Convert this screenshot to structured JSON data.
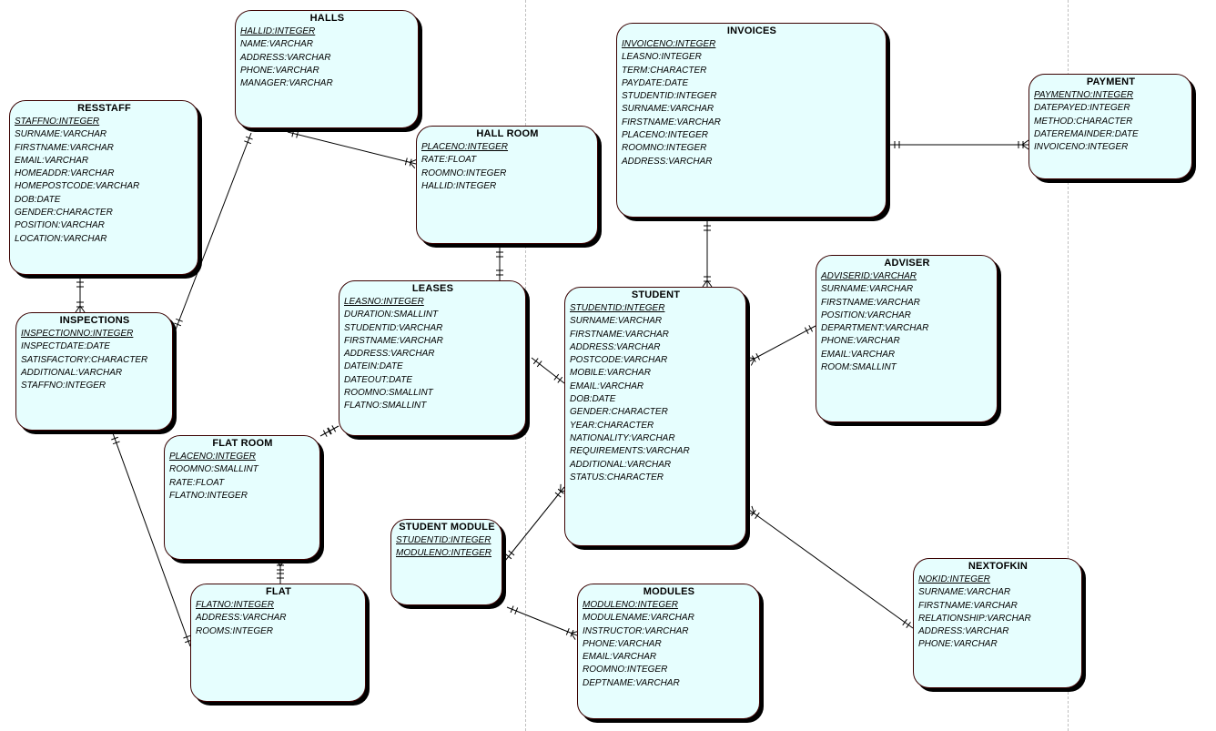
{
  "diagram": {
    "type": "entity-relationship",
    "entities": [
      {
        "id": "halls",
        "name": "HALLS",
        "attributes": [
          {
            "text": "HALLID:INTEGER",
            "pk": true
          },
          {
            "text": "NAME:VARCHAR",
            "pk": false
          },
          {
            "text": "ADDRESS:VARCHAR",
            "pk": false
          },
          {
            "text": "PHONE:VARCHAR",
            "pk": false
          },
          {
            "text": "MANAGER:VARCHAR",
            "pk": false
          }
        ]
      },
      {
        "id": "resstaff",
        "name": "RESSTAFF",
        "attributes": [
          {
            "text": "STAFFNO:INTEGER",
            "pk": true
          },
          {
            "text": "SURNAME:VARCHAR",
            "pk": false
          },
          {
            "text": "FIRSTNAME:VARCHAR",
            "pk": false
          },
          {
            "text": "EMAIL:VARCHAR",
            "pk": false
          },
          {
            "text": "HOMEADDR:VARCHAR",
            "pk": false
          },
          {
            "text": "HOMEPOSTCODE:VARCHAR",
            "pk": false
          },
          {
            "text": "DOB:DATE",
            "pk": false
          },
          {
            "text": "GENDER:CHARACTER",
            "pk": false
          },
          {
            "text": "POSITION:VARCHAR",
            "pk": false
          },
          {
            "text": "LOCATION:VARCHAR",
            "pk": false
          }
        ]
      },
      {
        "id": "hallroom",
        "name": "HALL ROOM",
        "attributes": [
          {
            "text": "PLACENO:INTEGER",
            "pk": true
          },
          {
            "text": "RATE:FLOAT",
            "pk": false
          },
          {
            "text": "ROOMNO:INTEGER",
            "pk": false
          },
          {
            "text": "HALLID:INTEGER",
            "pk": false
          }
        ]
      },
      {
        "id": "invoices",
        "name": "INVOICES",
        "attributes": [
          {
            "text": "INVOICENO:INTEGER",
            "pk": true
          },
          {
            "text": "LEASNO:INTEGER",
            "pk": false
          },
          {
            "text": "TERM:CHARACTER",
            "pk": false
          },
          {
            "text": "PAYDATE:DATE",
            "pk": false
          },
          {
            "text": "STUDENTID:INTEGER",
            "pk": false
          },
          {
            "text": "SURNAME:VARCHAR",
            "pk": false
          },
          {
            "text": "FIRSTNAME:VARCHAR",
            "pk": false
          },
          {
            "text": "PLACENO:INTEGER",
            "pk": false
          },
          {
            "text": "ROOMNO:INTEGER",
            "pk": false
          },
          {
            "text": "ADDRESS:VARCHAR",
            "pk": false
          }
        ]
      },
      {
        "id": "payment",
        "name": "PAYMENT",
        "attributes": [
          {
            "text": "PAYMENTNO:INTEGER",
            "pk": true
          },
          {
            "text": "DATEPAYED:INTEGER",
            "pk": false
          },
          {
            "text": "METHOD:CHARACTER",
            "pk": false
          },
          {
            "text": "DATEREMAINDER:DATE",
            "pk": false
          },
          {
            "text": "INVOICENO:INTEGER",
            "pk": false
          }
        ]
      },
      {
        "id": "inspections",
        "name": "INSPECTIONS",
        "attributes": [
          {
            "text": "INSPECTIONNO:INTEGER",
            "pk": true
          },
          {
            "text": "INSPECTDATE:DATE",
            "pk": false
          },
          {
            "text": "SATISFACTORY:CHARACTER",
            "pk": false
          },
          {
            "text": "ADDITIONAL:VARCHAR",
            "pk": false
          },
          {
            "text": "STAFFNO:INTEGER",
            "pk": false
          }
        ]
      },
      {
        "id": "leases",
        "name": "LEASES",
        "attributes": [
          {
            "text": "LEASNO:INTEGER",
            "pk": true
          },
          {
            "text": "DURATION:SMALLINT",
            "pk": false
          },
          {
            "text": "STUDENTID:VARCHAR",
            "pk": false
          },
          {
            "text": "FIRSTNAME:VARCHAR",
            "pk": false
          },
          {
            "text": "ADDRESS:VARCHAR",
            "pk": false
          },
          {
            "text": "DATEIN:DATE",
            "pk": false
          },
          {
            "text": "DATEOUT:DATE",
            "pk": false
          },
          {
            "text": "ROOMNO:SMALLINT",
            "pk": false
          },
          {
            "text": "FLATNO:SMALLINT",
            "pk": false
          }
        ]
      },
      {
        "id": "student",
        "name": "STUDENT",
        "attributes": [
          {
            "text": "STUDENTID:INTEGER",
            "pk": true
          },
          {
            "text": "SURNAME:VARCHAR",
            "pk": false
          },
          {
            "text": "FIRSTNAME:VARCHAR",
            "pk": false
          },
          {
            "text": "ADDRESS:VARCHAR",
            "pk": false
          },
          {
            "text": "POSTCODE:VARCHAR",
            "pk": false
          },
          {
            "text": "MOBILE:VARCHAR",
            "pk": false
          },
          {
            "text": "EMAIL:VARCHAR",
            "pk": false
          },
          {
            "text": "DOB:DATE",
            "pk": false
          },
          {
            "text": "GENDER:CHARACTER",
            "pk": false
          },
          {
            "text": "YEAR:CHARACTER",
            "pk": false
          },
          {
            "text": "NATIONALITY:VARCHAR",
            "pk": false
          },
          {
            "text": "REQUIREMENTS:VARCHAR",
            "pk": false
          },
          {
            "text": "ADDITIONAL:VARCHAR",
            "pk": false
          },
          {
            "text": "STATUS:CHARACTER",
            "pk": false
          }
        ]
      },
      {
        "id": "adviser",
        "name": "ADVISER",
        "attributes": [
          {
            "text": "ADVISERID:VARCHAR",
            "pk": true
          },
          {
            "text": "SURNAME:VARCHAR",
            "pk": false
          },
          {
            "text": "FIRSTNAME:VARCHAR",
            "pk": false
          },
          {
            "text": "POSITION:VARCHAR",
            "pk": false
          },
          {
            "text": "DEPARTMENT:VARCHAR",
            "pk": false
          },
          {
            "text": "PHONE:VARCHAR",
            "pk": false
          },
          {
            "text": "EMAIL:VARCHAR",
            "pk": false
          },
          {
            "text": "ROOM:SMALLINT",
            "pk": false
          }
        ]
      },
      {
        "id": "flatroom",
        "name": "FLAT ROOM",
        "attributes": [
          {
            "text": "PLACENO:INTEGER",
            "pk": true
          },
          {
            "text": "ROOMNO:SMALLINT",
            "pk": false
          },
          {
            "text": "RATE:FLOAT",
            "pk": false
          },
          {
            "text": "FLATNO:INTEGER",
            "pk": false
          }
        ]
      },
      {
        "id": "flat",
        "name": "FLAT",
        "attributes": [
          {
            "text": "FLATNO:INTEGER",
            "pk": true
          },
          {
            "text": "ADDRESS:VARCHAR",
            "pk": false
          },
          {
            "text": "ROOMS:INTEGER",
            "pk": false
          }
        ]
      },
      {
        "id": "studentmodule",
        "name": "STUDENT MODULE",
        "attributes": [
          {
            "text": "STUDENTID:INTEGER",
            "pk": true
          },
          {
            "text": "MODULENO:INTEGER",
            "pk": true
          }
        ]
      },
      {
        "id": "modules",
        "name": "MODULES",
        "attributes": [
          {
            "text": "MODULENO:INTEGER",
            "pk": true
          },
          {
            "text": "MODULENAME:VARCHAR",
            "pk": false
          },
          {
            "text": "INSTRUCTOR:VARCHAR",
            "pk": false
          },
          {
            "text": "PHONE:VARCHAR",
            "pk": false
          },
          {
            "text": "EMAIL:VARCHAR",
            "pk": false
          },
          {
            "text": "ROOMNO:INTEGER",
            "pk": false
          },
          {
            "text": "DEPTNAME:VARCHAR",
            "pk": false
          }
        ]
      },
      {
        "id": "nextofkin",
        "name": "NEXTOFKIN",
        "attributes": [
          {
            "text": "NOKID:INTEGER",
            "pk": true
          },
          {
            "text": "SURNAME:VARCHAR",
            "pk": false
          },
          {
            "text": "FIRSTNAME:VARCHAR",
            "pk": false
          },
          {
            "text": "RELATIONSHIP:VARCHAR",
            "pk": false
          },
          {
            "text": "ADDRESS:VARCHAR",
            "pk": false
          },
          {
            "text": "PHONE:VARCHAR",
            "pk": false
          }
        ]
      }
    ],
    "relationships": [
      {
        "from": "halls",
        "to": "hallroom",
        "from_card": "one",
        "to_card": "many"
      },
      {
        "from": "halls",
        "to": "inspections",
        "from_card": "one",
        "to_card": "one"
      },
      {
        "from": "resstaff",
        "to": "inspections",
        "from_card": "one",
        "to_card": "many"
      },
      {
        "from": "hallroom",
        "to": "leases",
        "from_card": "one",
        "to_card": "one"
      },
      {
        "from": "invoices",
        "to": "payment",
        "from_card": "one",
        "to_card": "many"
      },
      {
        "from": "invoices",
        "to": "student",
        "from_card": "one",
        "to_card": "many"
      },
      {
        "from": "leases",
        "to": "student",
        "from_card": "one",
        "to_card": "one"
      },
      {
        "from": "leases",
        "to": "flatroom",
        "from_card": "one",
        "to_card": "one"
      },
      {
        "from": "student",
        "to": "adviser",
        "from_card": "many",
        "to_card": "one"
      },
      {
        "from": "student",
        "to": "studentmodule",
        "from_card": "many",
        "to_card": "one"
      },
      {
        "from": "student",
        "to": "nextofkin",
        "from_card": "many",
        "to_card": "one"
      },
      {
        "from": "studentmodule",
        "to": "modules",
        "from_card": "one",
        "to_card": "many"
      },
      {
        "from": "flatroom",
        "to": "flat",
        "from_card": "many",
        "to_card": "one"
      },
      {
        "from": "inspections",
        "to": "flat",
        "from_card": "one",
        "to_card": "one"
      }
    ]
  }
}
